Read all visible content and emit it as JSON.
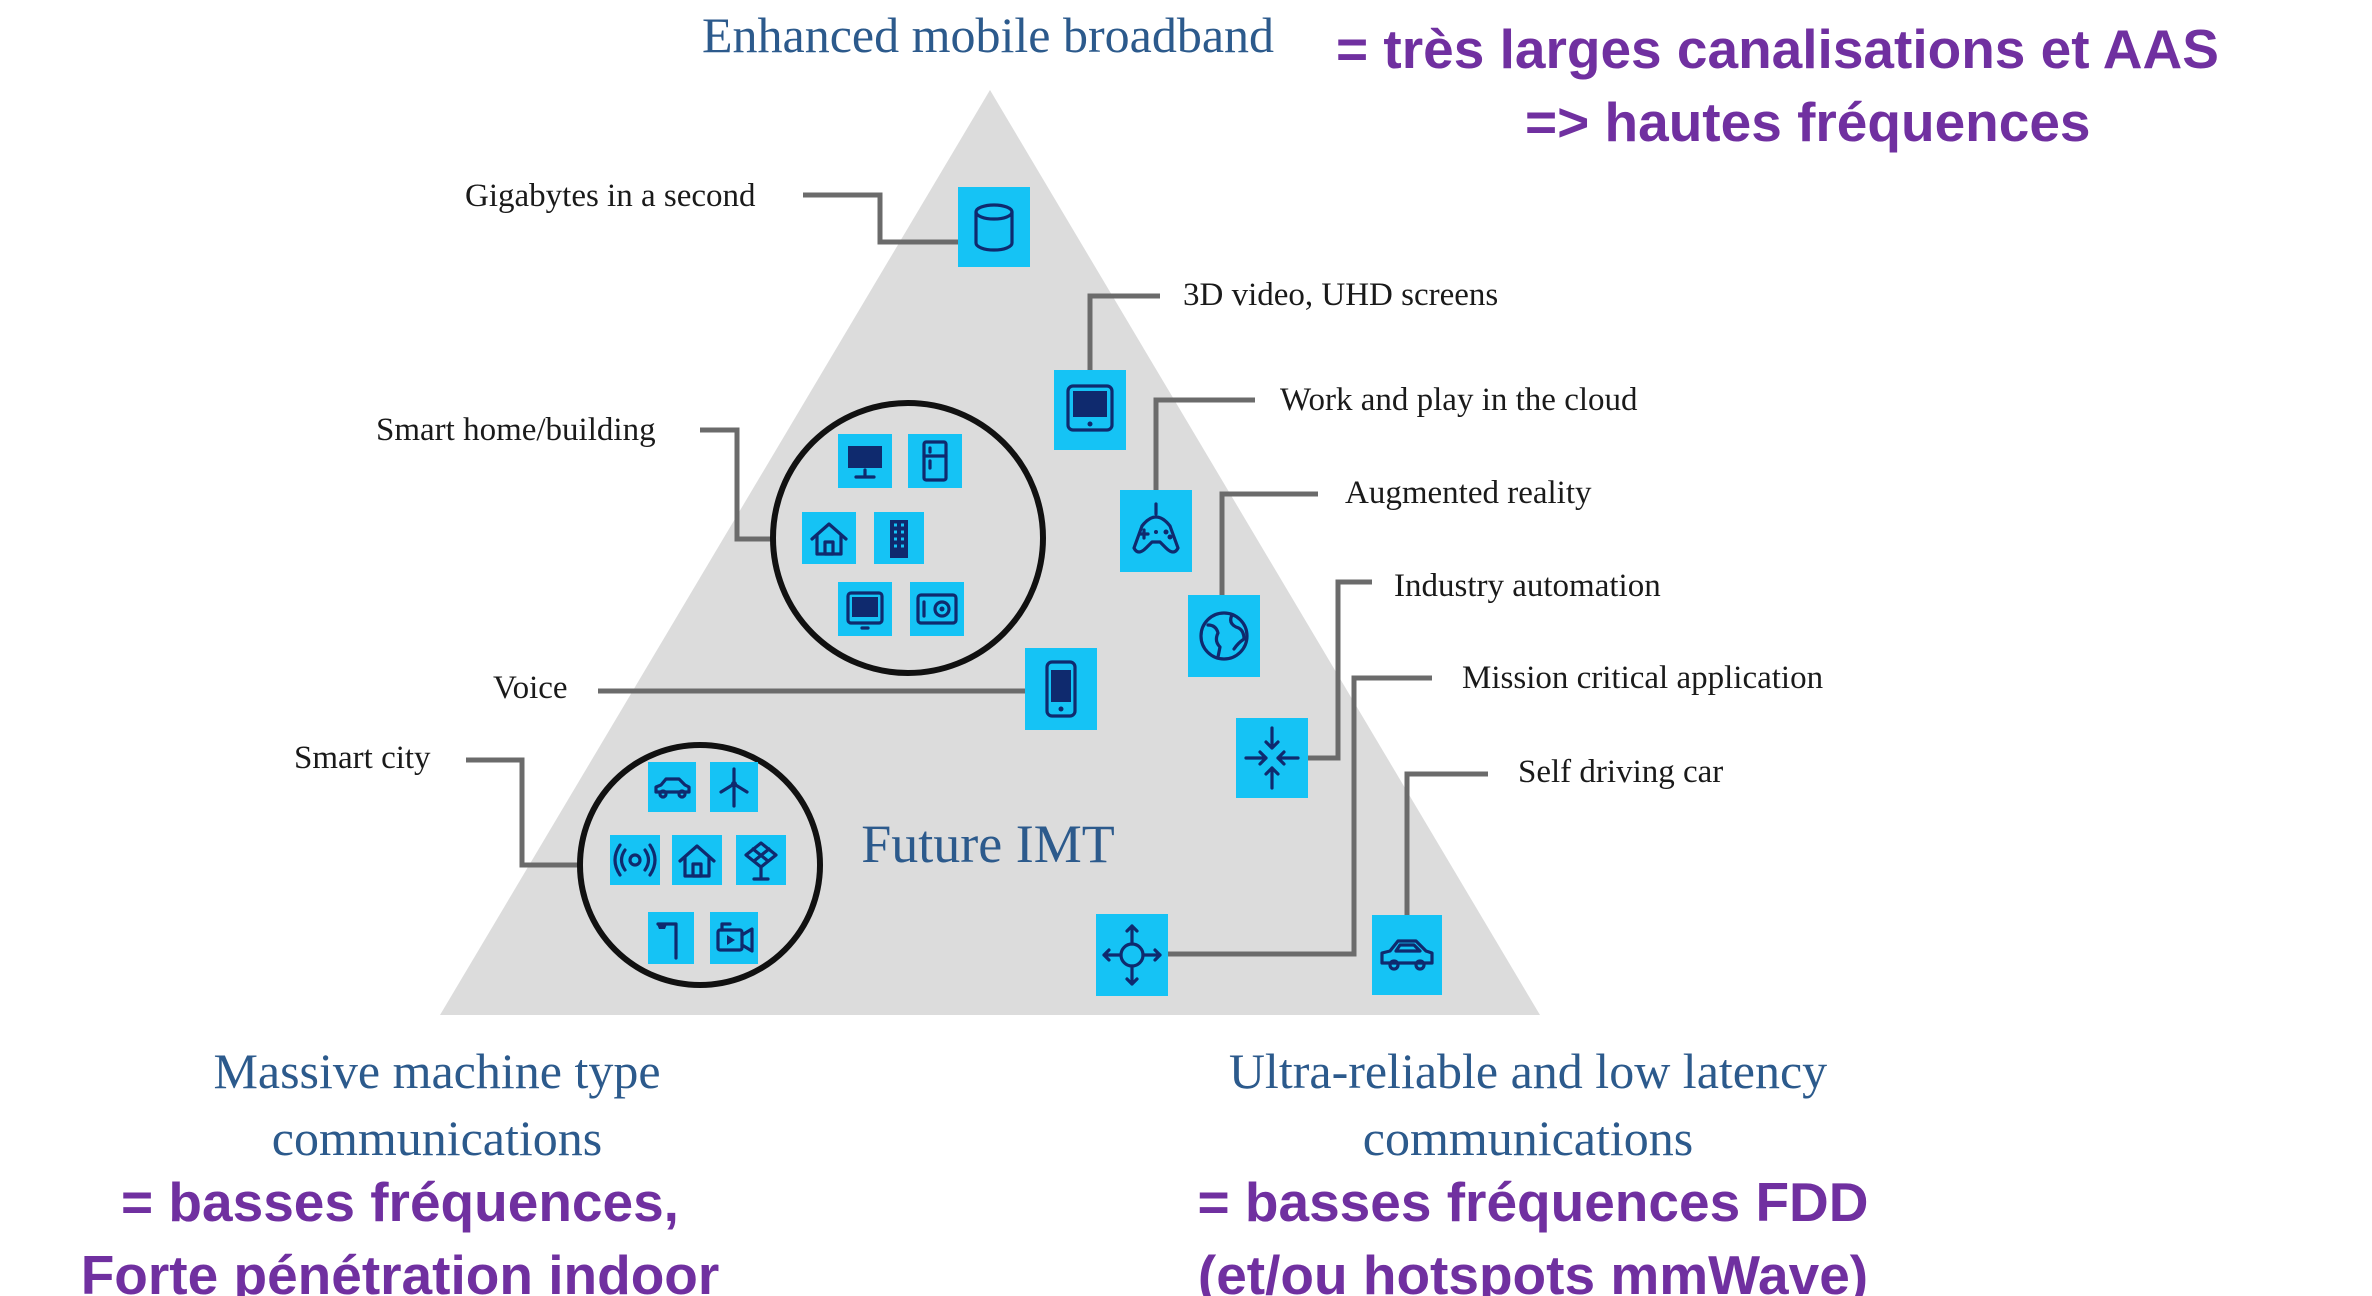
{
  "titles": {
    "embb": "Enhanced mobile broadband",
    "mmtc_line1": "Massive machine type",
    "mmtc_line2": "communications",
    "urllc_line1": "Ultra-reliable and low latency",
    "urllc_line2": "communications",
    "center": "Future IMT"
  },
  "annotations": {
    "embb_line1": "=  très larges canalisations et AAS",
    "embb_line2": "=> hautes fréquences",
    "mmtc_line1": "= basses fréquences,",
    "mmtc_line2": "Forte pénétration indoor",
    "urllc_line1": "=  basses fréquences FDD",
    "urllc_line2": "(et/ou hotspots mmWave)"
  },
  "labels": {
    "gigabytes": "Gigabytes in a second",
    "video3d": "3D video, UHD screens",
    "cloud": "Work and play in the cloud",
    "ar": "Augmented reality",
    "industry": "Industry automation",
    "mission": "Mission critical application",
    "selfdriving": "Self driving car",
    "smarthome": "Smart home/building",
    "voice": "Voice",
    "smartcity": "Smart city"
  },
  "colors": {
    "triangle": "#dcdcdc",
    "icon_box": "#15c3f5",
    "title_blue": "#2c5a8c",
    "annotation_purple": "#7030a0"
  }
}
